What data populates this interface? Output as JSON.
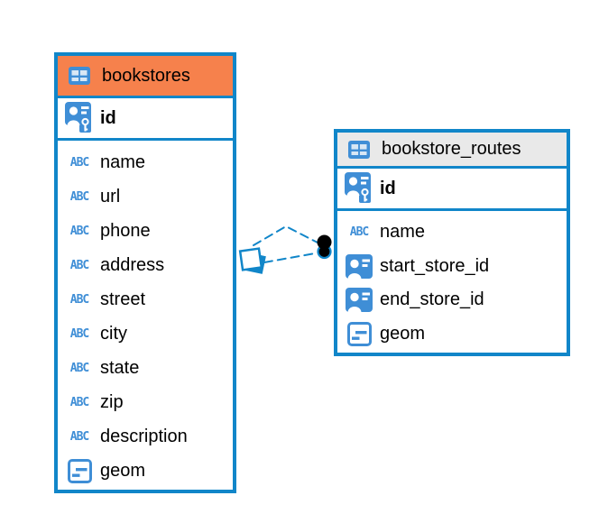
{
  "colors": {
    "frame_blue": "#1186c9",
    "icon_blue": "#3f8ed6",
    "icon_cell_fill": "#d8e7f5",
    "bookstores_header": "#f6814c",
    "routes_header": "#e9e9e9",
    "endpoint_black": "#000000"
  },
  "tables": [
    {
      "name": "bookstores",
      "columns": [
        {
          "name": "id",
          "type": "primary-key"
        },
        {
          "name": "name",
          "type": "text"
        },
        {
          "name": "url",
          "type": "text"
        },
        {
          "name": "phone",
          "type": "text"
        },
        {
          "name": "address",
          "type": "text"
        },
        {
          "name": "street",
          "type": "text"
        },
        {
          "name": "city",
          "type": "text"
        },
        {
          "name": "state",
          "type": "text"
        },
        {
          "name": "zip",
          "type": "text"
        },
        {
          "name": "description",
          "type": "text"
        },
        {
          "name": "geom",
          "type": "geometry"
        }
      ]
    },
    {
      "name": "bookstore_routes",
      "columns": [
        {
          "name": "id",
          "type": "primary-key"
        },
        {
          "name": "name",
          "type": "text"
        },
        {
          "name": "start_store_id",
          "type": "foreign-key"
        },
        {
          "name": "end_store_id",
          "type": "foreign-key"
        },
        {
          "name": "geom",
          "type": "geometry"
        }
      ]
    }
  ],
  "relationship": {
    "from_table": "bookstores",
    "to_table": "bookstore_routes",
    "line_style": "dashed"
  }
}
